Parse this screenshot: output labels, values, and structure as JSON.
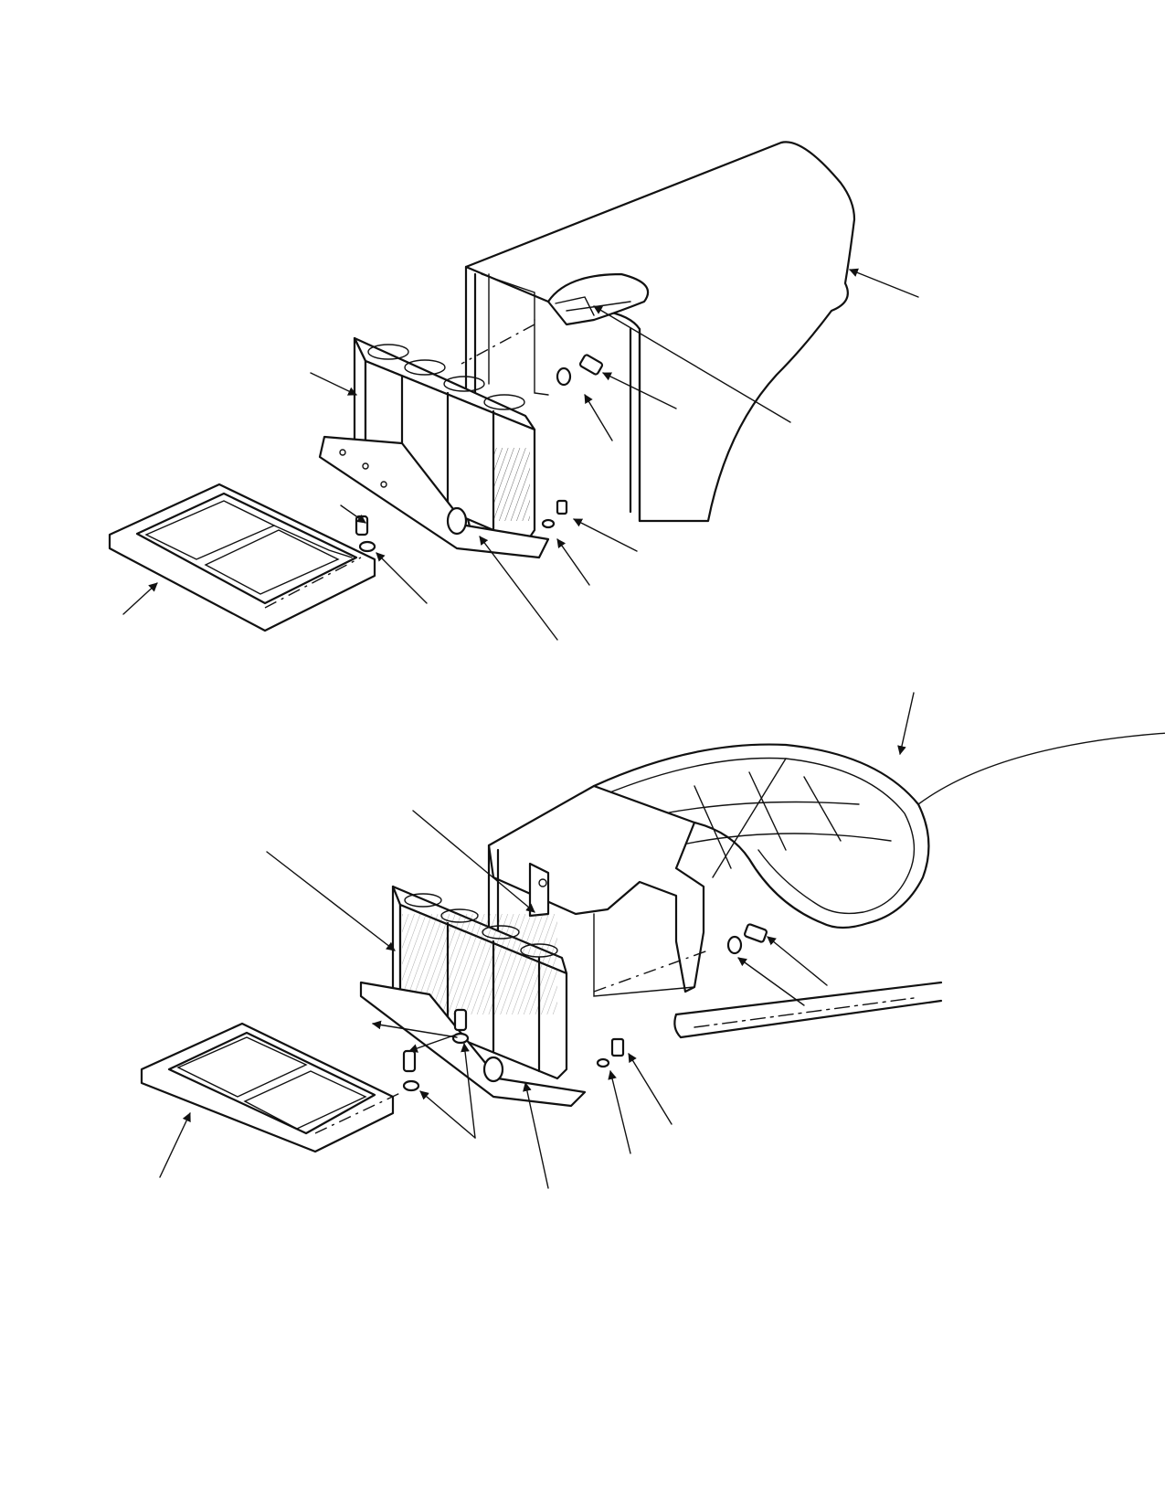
{
  "figure": {
    "colors": {
      "ink": "#111111",
      "paper": "#ffffff"
    },
    "views": [
      {
        "name": "upper-view",
        "parts": [
          "fairing",
          "intake-frame",
          "filter-screen",
          "screw",
          "washer",
          "fastener",
          "seal"
        ]
      },
      {
        "name": "lower-view",
        "parts": [
          "canopy-fairing",
          "cover",
          "intake-frame",
          "filter-screen",
          "screw",
          "washer",
          "fastener",
          "seal"
        ]
      }
    ]
  }
}
